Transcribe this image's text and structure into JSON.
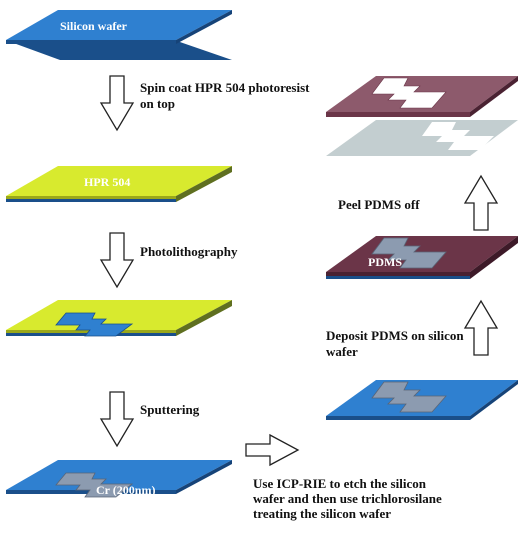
{
  "colors": {
    "silicon_top": "#2f80d0",
    "silicon_edge": "#1a4f8a",
    "resist_top": "#d8ea2e",
    "resist_edge": "#9aa81a",
    "cr_pad": "#8c9bb0",
    "cr_pad_edge": "#5a6577",
    "pdms_top": "#6b3548",
    "pdms_light": "#8d5a6c",
    "pdms_ghost": "#b8c5c8",
    "white_hole": "#ffffff"
  },
  "steps": {
    "wafer_label": "Silicon wafer",
    "spin_coat_line1": "Spin coat HPR 504 photoresist",
    "spin_coat_line2": "on top",
    "resist_label": "HPR 504",
    "photolith_label": "Photolithography",
    "sputtering_label": "Sputtering",
    "cr_label": "Cr (200nm)",
    "icp_line1": "Use ICP-RIE to etch the silicon",
    "icp_line2": "wafer and then use trichlorosilane",
    "icp_line3": "treating the silicon wafer",
    "deposit_line1": "Deposit PDMS on silicon",
    "deposit_line2": "wafer",
    "pdms_label": "PDMS",
    "peel_label": "Peel PDMS off"
  },
  "icons": {
    "down_arrow": "hollow-down-arrow-icon",
    "right_arrow": "hollow-right-arrow-icon",
    "up_arrow": "hollow-up-arrow-icon"
  }
}
